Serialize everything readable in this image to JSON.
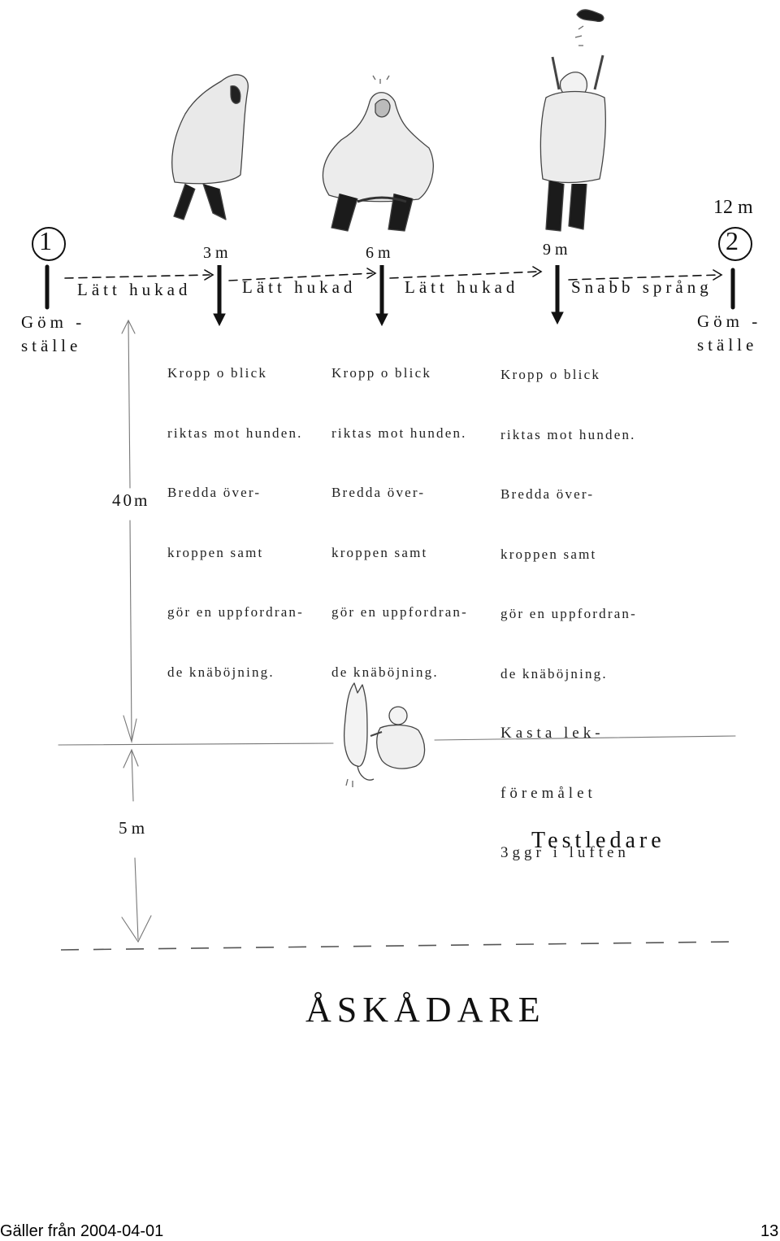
{
  "diagram": {
    "start_marker": "1",
    "end_marker": "2",
    "end_distance": "12 m",
    "hide_left": [
      "Göm -",
      "ställe"
    ],
    "hide_right": [
      "Göm -",
      "ställe"
    ],
    "segments": [
      "Lätt hukad",
      "Lätt hukad",
      "Lätt hukad",
      "Snabb språng"
    ],
    "stops": [
      {
        "distance": "3 m",
        "instruction": [
          "Kropp o blick",
          "riktas mot hunden.",
          "Bredda över-",
          "kroppen samt",
          "gör en uppfordran-",
          "de knäböjning."
        ]
      },
      {
        "distance": "6 m",
        "instruction": [
          "Kropp o blick",
          "riktas mot hunden.",
          "Bredda över-",
          "kroppen samt",
          "gör en uppfordran-",
          "de knäböjning."
        ]
      },
      {
        "distance": "9 m",
        "instruction": [
          "Kropp o blick",
          "riktas mot hunden.",
          "Bredda över-",
          "kroppen samt",
          "gör en uppfordran-",
          "de knäböjning.",
          "Kasta lek-",
          "föremålet",
          "3ggr i luften"
        ]
      }
    ],
    "vertical_distance_1": "40m",
    "vertical_distance_2": "5 m",
    "test_leader_label": "Testledare",
    "spectators_label": "ÅSKÅDARE"
  },
  "footer": {
    "valid_from": "Gäller från 2004-04-01",
    "page_number": "13"
  }
}
